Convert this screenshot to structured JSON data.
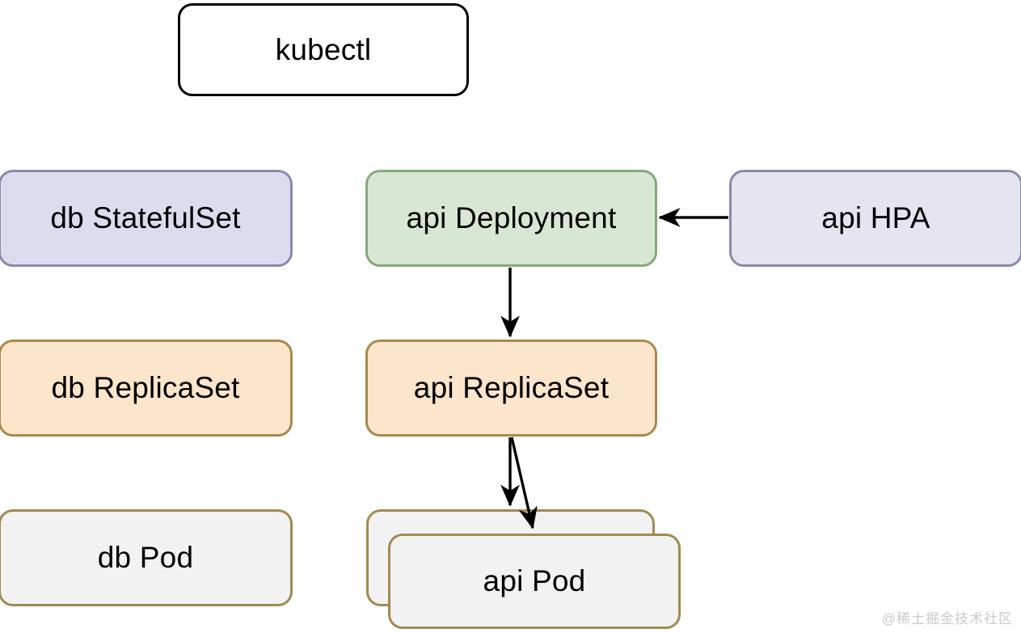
{
  "diagram": {
    "nodes": {
      "kubectl": {
        "label": "kubectl",
        "fill": "#ffffff",
        "border": "#000000"
      },
      "db_statefulset": {
        "label": "db StatefulSet",
        "fill": "#dcdcee",
        "border": "#8a8aac"
      },
      "api_deployment": {
        "label": "api Deployment",
        "fill": "#d8e7d3",
        "border": "#85a97b"
      },
      "api_hpa": {
        "label": "api HPA",
        "fill": "#e5e4ef",
        "border": "#8a8aac"
      },
      "db_replicaset": {
        "label": "db ReplicaSet",
        "fill": "#fbe5cb",
        "border": "#a8894d"
      },
      "api_replicaset": {
        "label": "api ReplicaSet",
        "fill": "#fbe5cb",
        "border": "#a8894d"
      },
      "db_pod": {
        "label": "db Pod",
        "fill": "#f2f2f2",
        "border": "#a18a52"
      },
      "api_pod_back": {
        "label": "",
        "fill": "#f2f2f2",
        "border": "#a18a52"
      },
      "api_pod_front": {
        "label": "api Pod",
        "fill": "#f2f2f2",
        "border": "#a18a52"
      }
    },
    "edges": [
      {
        "from": "api_hpa",
        "to": "api_deployment",
        "direction": "left"
      },
      {
        "from": "api_deployment",
        "to": "api_replicaset",
        "direction": "down"
      },
      {
        "from": "api_replicaset",
        "to": "api_pod_back",
        "direction": "down"
      },
      {
        "from": "api_replicaset",
        "to": "api_pod_front",
        "direction": "down-right"
      }
    ],
    "edge_color": "#000000"
  },
  "watermark": {
    "text": "@稀土掘金技术社区",
    "color": "#c9c9c9"
  }
}
